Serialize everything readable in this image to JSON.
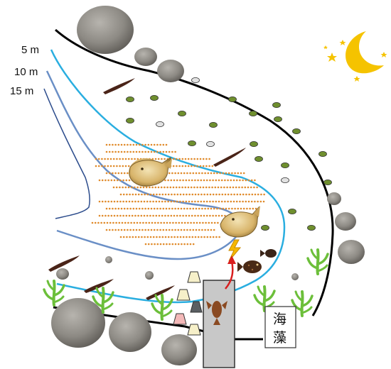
{
  "depth_labels": [
    "5 m",
    "10 m",
    "15 m"
  ],
  "seaweed_label": "海藻",
  "colors": {
    "shore": "#000000",
    "contour_5m": "#2aaee0",
    "contour_10m": "#6a8fc6",
    "contour_15m": "#2c4c8c",
    "sand_dots": "#e08a2a",
    "seaweed": "#6cbf3a",
    "rock": "#8d8a84",
    "moon": "#f5c300",
    "star": "#f5c300",
    "pier": "#c8c8c8",
    "lightning": "#f5b800",
    "arrow": "#d81e1e"
  }
}
